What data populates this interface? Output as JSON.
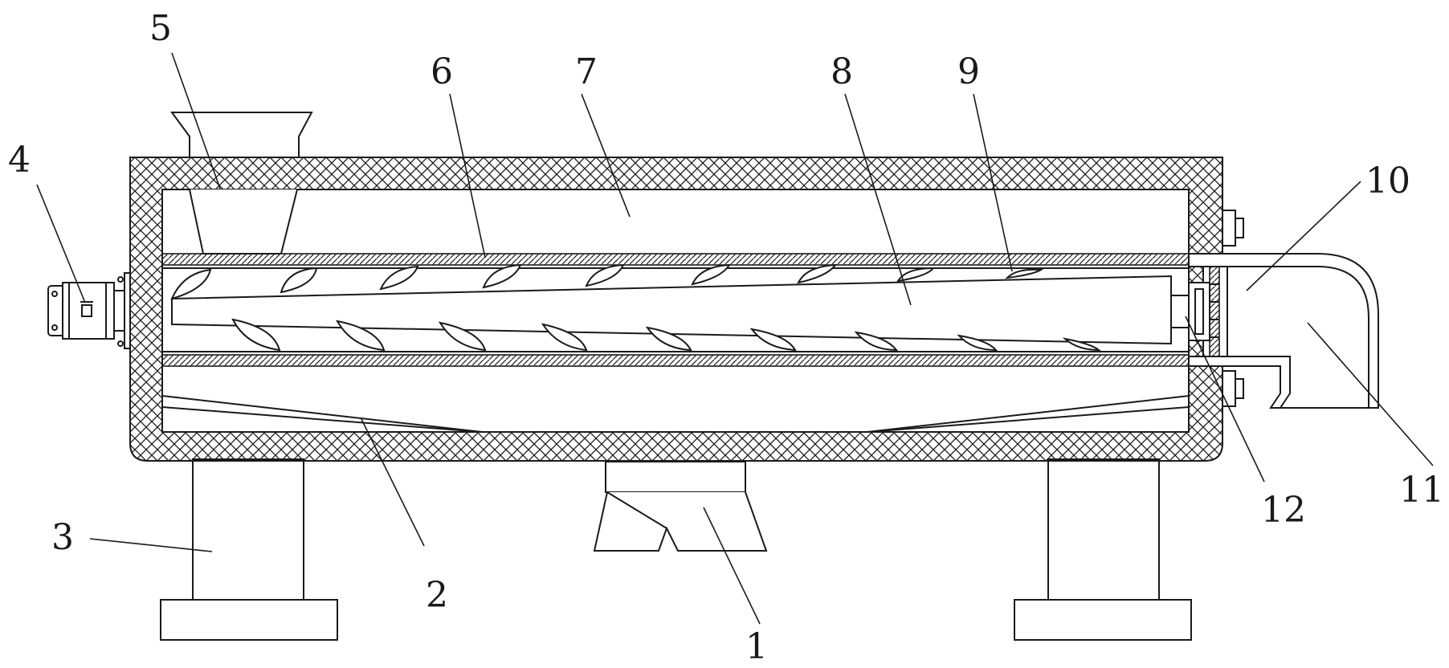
{
  "diagram": {
    "labels": [
      {
        "id": "1",
        "text": "1"
      },
      {
        "id": "2",
        "text": "2"
      },
      {
        "id": "3",
        "text": "3"
      },
      {
        "id": "4",
        "text": "4"
      },
      {
        "id": "5",
        "text": "5"
      },
      {
        "id": "6",
        "text": "6"
      },
      {
        "id": "7",
        "text": "7"
      },
      {
        "id": "8",
        "text": "8"
      },
      {
        "id": "9",
        "text": "9"
      },
      {
        "id": "10",
        "text": "10"
      },
      {
        "id": "11",
        "text": "11"
      },
      {
        "id": "12",
        "text": "12"
      }
    ],
    "colors": {
      "line": "#1a1a1a",
      "background": "#ffffff"
    }
  }
}
